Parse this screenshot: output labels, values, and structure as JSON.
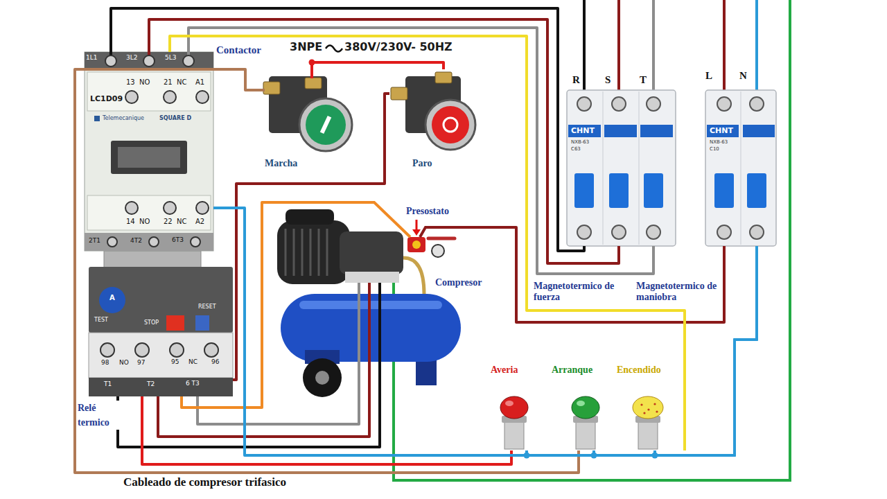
{
  "diagram": {
    "caption": "Cableado de compresor trifasico",
    "nodes": [
      {
        "text": [
          "Contactor",
          "LC1D09",
          "Telemecanique",
          "SQUARE D"
        ]
      },
      {
        "text": [
          "Marcha"
        ]
      },
      {
        "text": [
          "Paro"
        ]
      },
      {
        "text": [
          "Magnetotermico de fuerza",
          "CHNT",
          "NXB-63",
          "C63"
        ]
      },
      {
        "text": [
          "Magnetotermico de maniobra",
          "CHNT",
          "NXB-63",
          "C10"
        ]
      },
      {
        "text": [
          "Presostato",
          "Compresor"
        ]
      },
      {
        "text": [
          "Relé termico"
        ]
      },
      {
        "text": [
          "Averia"
        ]
      },
      {
        "text": [
          "Arranque"
        ]
      },
      {
        "text": [
          "Encendido"
        ]
      }
    ],
    "edges": [
      {
        "from": 3,
        "to": 0,
        "arrow": "none"
      },
      {
        "from": 3,
        "to": 0,
        "arrow": "none"
      },
      {
        "from": 3,
        "to": 0,
        "arrow": "none"
      },
      {
        "from": 6,
        "to": 5,
        "arrow": "none"
      },
      {
        "from": 6,
        "to": 5,
        "arrow": "none"
      },
      {
        "from": 6,
        "to": 5,
        "arrow": "none"
      },
      {
        "from": 4,
        "to": 5,
        "arrow": "none"
      },
      {
        "from": 5,
        "to": 6,
        "arrow": "none"
      },
      {
        "from": 6,
        "to": 2,
        "arrow": "none"
      },
      {
        "from": 2,
        "to": 1,
        "arrow": "none"
      },
      {
        "from": 1,
        "to": 8,
        "arrow": "none"
      },
      {
        "from": 6,
        "to": 7,
        "arrow": "none"
      },
      {
        "from": 0,
        "to": 9,
        "arrow": "none"
      },
      {
        "from": 4,
        "to": 0,
        "arrow": "none"
      },
      {
        "from": 4,
        "to": 7,
        "arrow": "none"
      },
      {
        "from": 4,
        "to": 8,
        "arrow": "none"
      },
      {
        "from": 4,
        "to": 9,
        "arrow": "none"
      }
    ],
    "labels": [
      "3NPE",
      "380V/230V- 50HZ",
      "1L1",
      "3L2",
      "5L3",
      "13",
      "NO",
      "21",
      "NC",
      "A1",
      "14",
      "NO",
      "22",
      "NC",
      "A2",
      "2T1",
      "4T2",
      "6T3",
      "TEST",
      "STOP",
      "RESET",
      "A",
      "98",
      "NO",
      "97",
      "95",
      "NC",
      "96",
      "T1",
      "T2",
      "6 T3",
      "R",
      "S",
      "T",
      "L",
      "N"
    ]
  }
}
